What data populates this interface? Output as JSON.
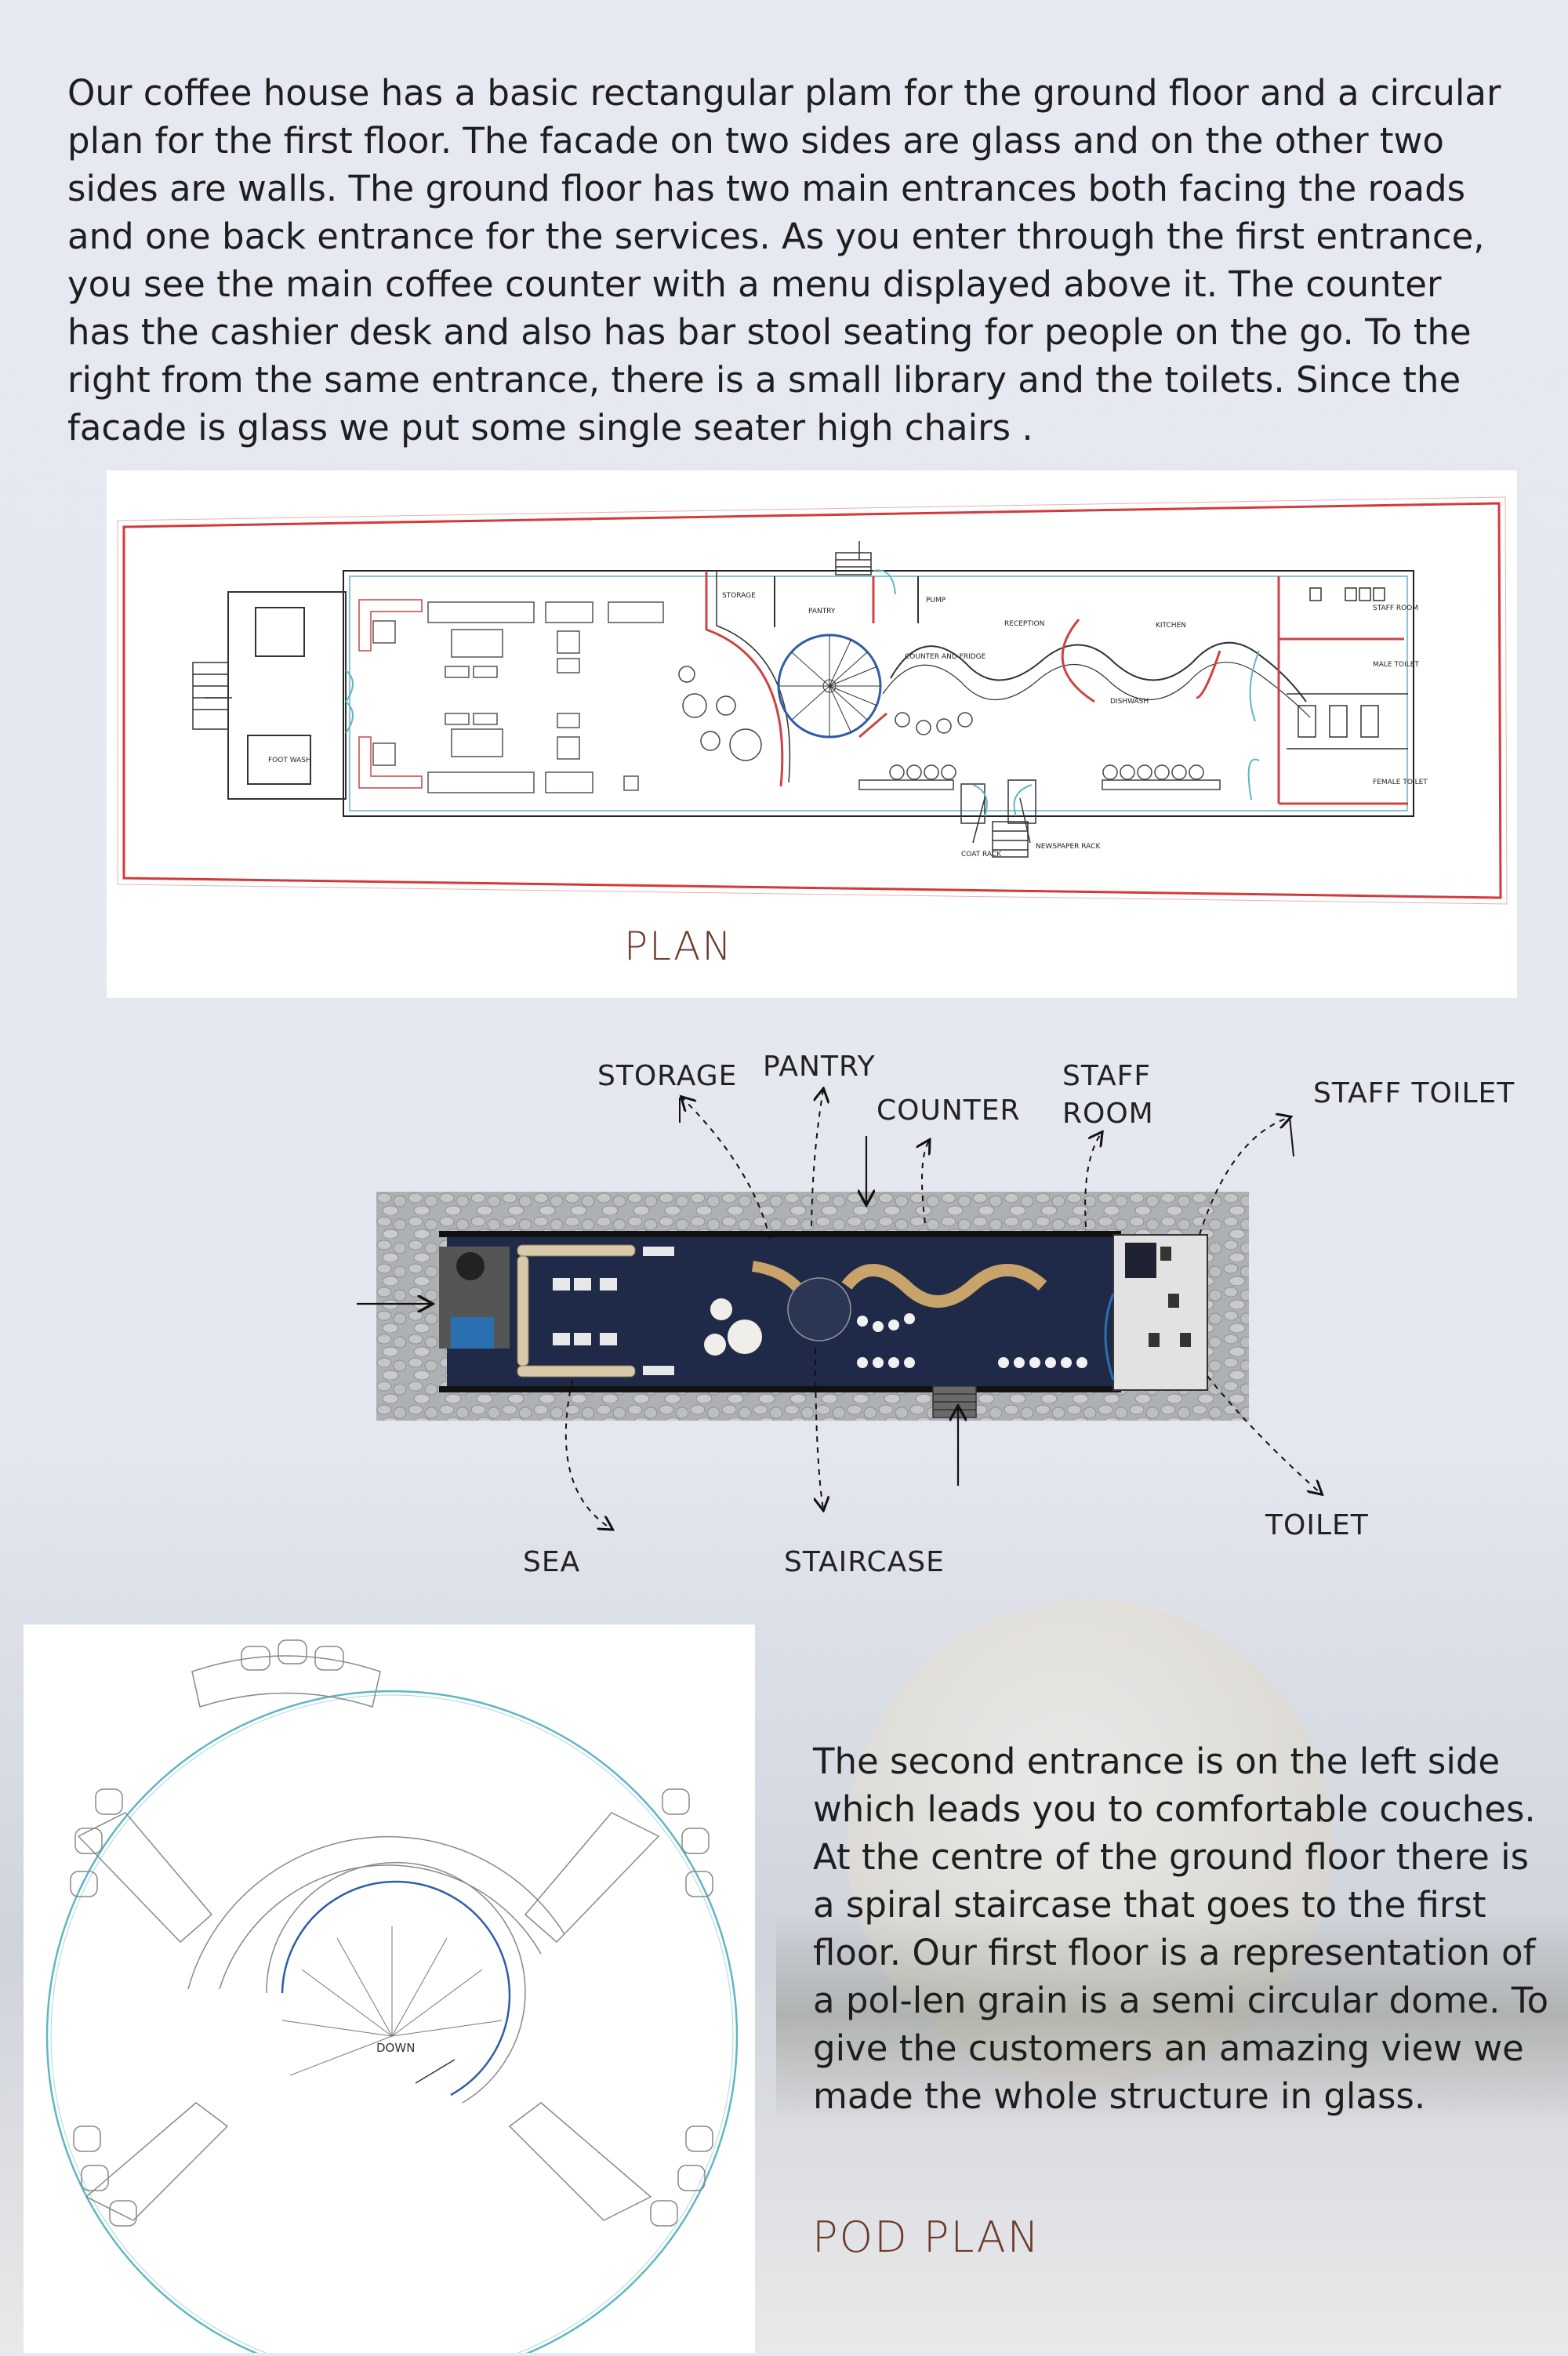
{
  "intro_text": "Our coffee house has a basic rectangular plam for the ground floor and a circular plan for the first floor. The facade on two sides are glass and on the other two sides are walls. The ground floor has two main entrances both facing the roads and one back entrance for the services. As you enter through the first entrance, you see the main coffee counter with a menu displayed above it. The counter has the cashier desk and also has bar stool seating for people on the go. To the right from the same entrance, there is a small library and the toilets. Since the facade is glass we put some single seater high chairs .",
  "plan": {
    "title": "PLAN",
    "small_labels": {
      "storage": "STORAGE",
      "pantry": "PANTRY",
      "pump": "PUMP",
      "reception": "RECEPTION",
      "kitchen": "KITCHEN",
      "staff_room": "STAFF ROOM",
      "counter": "COUNTER AND FRIDGE",
      "dishwash": "DISHWASH",
      "male_toilet": "MALE TOILET",
      "female_toilet": "FEMALE TOILET",
      "foot_wash": "FOOT WASH",
      "coat_rack": "COAT RACK",
      "newspaper_rack": "NEWSPAPER RACK"
    }
  },
  "render_labels": {
    "storage": "STORAGE",
    "pantry": "PANTRY",
    "counter": "COUNTER",
    "staff_room_1": "STAFF",
    "staff_room_2": "ROOM",
    "staff_toilet": "STAFF TOILET",
    "sea": "SEA",
    "staircase": "STAIRCASE",
    "toilet": "TOILET"
  },
  "pod": {
    "title": "POD PLAN",
    "down_label": "DOWN",
    "text": "The second entrance is on the left side which leads you to comfortable couches. At the centre of the ground floor there is a spiral staircase that goes to the first floor. Our first floor is a representation of a pol-len grain is a semi circular dome. To give the customers an amazing view we made the whole structure in glass."
  },
  "colors": {
    "title": "#6b3a2a",
    "site_boundary": "#d33a3a",
    "glass": "#5fb6c4",
    "floor_dark": "#1f2a48",
    "stone": "#b9bcbf"
  }
}
